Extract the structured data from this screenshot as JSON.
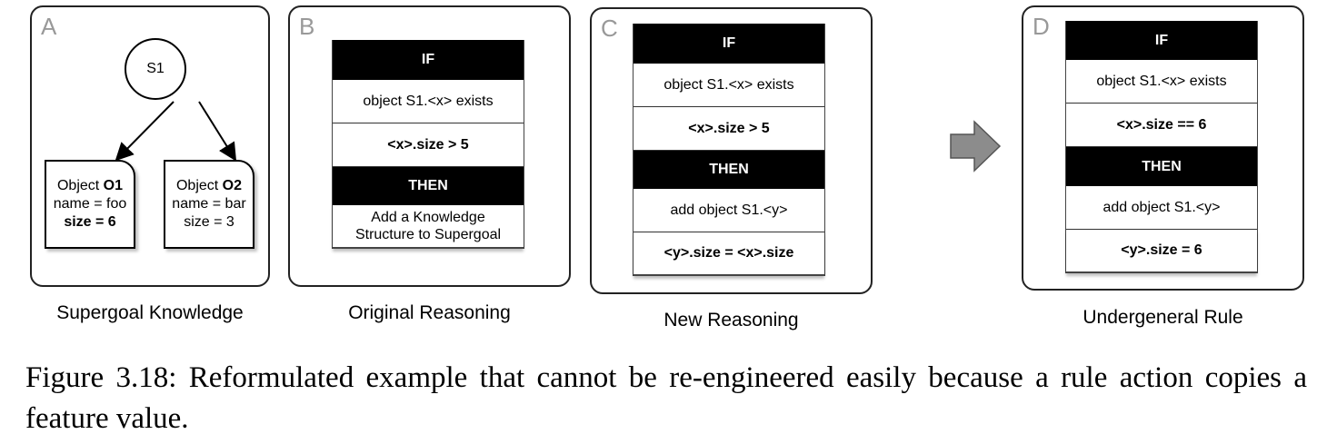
{
  "panels": {
    "A": {
      "letter": "A",
      "root": "S1",
      "object1": {
        "title_prefix": "Object ",
        "title_id": "O1",
        "line1": "name = foo",
        "line2": "size = 6"
      },
      "object2": {
        "title_prefix": "Object ",
        "title_id": "O2",
        "line1": "name = bar",
        "line2": "size = 3"
      },
      "caption": "Supergoal Knowledge"
    },
    "B": {
      "letter": "B",
      "if_label": "IF",
      "cond1": "object S1.<x> exists",
      "cond2": "<x>.size > 5",
      "then_label": "THEN",
      "action1_line1": "Add a Knowledge",
      "action1_line2": "Structure to Supergoal",
      "caption": "Original Reasoning"
    },
    "C": {
      "letter": "C",
      "if_label": "IF",
      "cond1": "object S1.<x> exists",
      "cond2": "<x>.size > 5",
      "then_label": "THEN",
      "action1": "add object S1.<y>",
      "action2": "<y>.size = <x>.size",
      "caption": "New Reasoning"
    },
    "D": {
      "letter": "D",
      "if_label": "IF",
      "cond1": "object S1.<x> exists",
      "cond2": "<x>.size == 6",
      "then_label": "THEN",
      "action1": "add object S1.<y>",
      "action2": "<y>.size = 6",
      "caption": "Undergeneral Rule"
    }
  },
  "figure_caption": "Figure 3.18: Reformulated example that cannot be re-engineered easily because a rule action copies a feature value.",
  "colors": {
    "header_bg": "#000000",
    "arrow_fill": "#8c8c8c",
    "panel_letter": "#999999"
  }
}
